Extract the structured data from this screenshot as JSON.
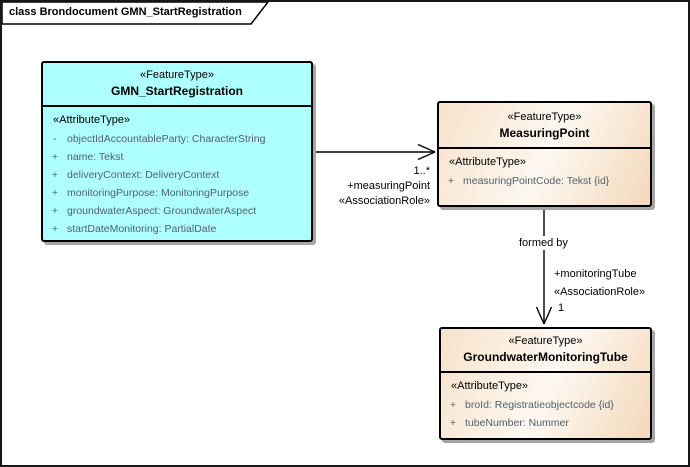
{
  "frame": {
    "title": "class Brondocument GMN_StartRegistration"
  },
  "classes": {
    "gmn_start_registration": {
      "stereotype": "«FeatureType»",
      "name": "GMN_StartRegistration",
      "attr_header": "«AttributeType»",
      "attributes": [
        {
          "vis": "-",
          "text": "objectIdAccountableParty: CharacterString"
        },
        {
          "vis": "+",
          "text": "name: Tekst"
        },
        {
          "vis": "+",
          "text": "deliveryContext: DeliveryContext"
        },
        {
          "vis": "+",
          "text": "monitoringPurpose: MonitoringPurpose"
        },
        {
          "vis": "+",
          "text": "groundwaterAspect: GroundwaterAspect"
        },
        {
          "vis": "+",
          "text": "startDateMonitoring: PartialDate"
        }
      ]
    },
    "measuring_point": {
      "stereotype": "«FeatureType»",
      "name": "MeasuringPoint",
      "attr_header": "«AttributeType»",
      "attributes": [
        {
          "vis": "+",
          "text": "measuringPointCode: Tekst {id}"
        }
      ]
    },
    "groundwater_monitoring_tube": {
      "stereotype": "«FeatureType»",
      "name": "GroundwaterMonitoringTube",
      "attr_header": "«AttributeType»",
      "attributes": [
        {
          "vis": "+",
          "text": "broId: Registratieobjectcode {id}"
        },
        {
          "vis": "+",
          "text": "tubeNumber: Nummer"
        }
      ]
    }
  },
  "associations": {
    "measuring_point_assoc": {
      "multiplicity": "1..*",
      "role": "+measuringPoint",
      "stereotype": "«AssociationRole»"
    },
    "monitoring_tube_assoc": {
      "name": "formed by",
      "role": "+monitoringTube",
      "stereotype": "«AssociationRole»",
      "multiplicity": "1"
    }
  },
  "colors": {
    "feature_type_cyan": "#aeffff",
    "feature_type_peach": "#f3d8ba",
    "feature_type_peach_light": "#fdf8f1",
    "box_border": "#000000",
    "attribute_text": "#51616e",
    "shadow": "#a6a6a6"
  }
}
